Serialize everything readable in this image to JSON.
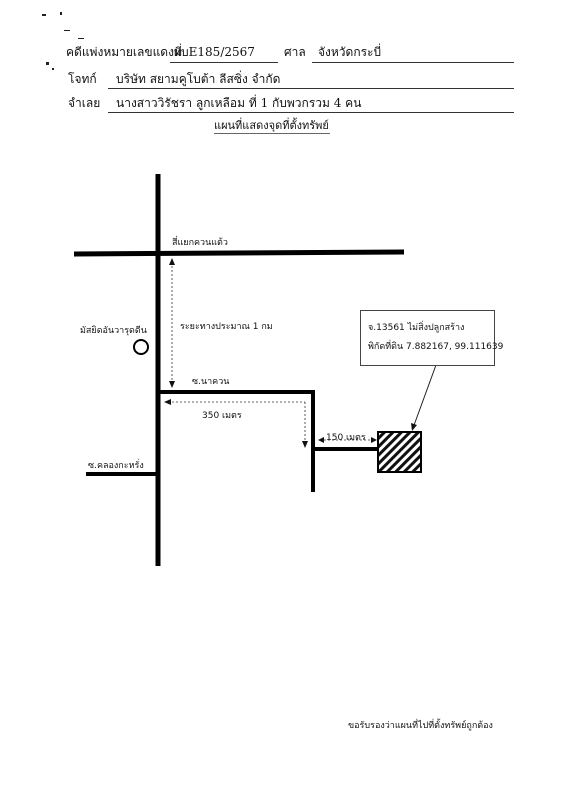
{
  "header": {
    "case_label": "คดีแพ่งหมายเลขแดงที่",
    "case_number": "ผบE185/2567",
    "court_label": "ศาล",
    "court_name": "จังหวัดกระบี่",
    "plaintiff_label": "โจทก์",
    "plaintiff_name": "บริษัท สยามคูโบต้า ลีสซิ่ง จำกัด",
    "defendant_label": "จำเลย",
    "defendant_name": "นางสาววิรัชรา ลูกเหลือม  ที่ 1 กับพวกรวม 4 คน"
  },
  "map": {
    "title": "แผนที่แสดงจุดที่ตั้งทรัพย์",
    "labels": {
      "intersection": "สี่แยกควนแต้ว",
      "distance_vertical": "ระยะทางประมาณ 1 กม",
      "mosque": "มัสยิดอันวารุดดีน",
      "soi_nakhuan": "ซ.นาควน",
      "distance_350": "350 เมตร",
      "distance_150": "150 เมตร",
      "soi_khlong": "ซ.คลองกะหรั่ง"
    },
    "property_note": {
      "line1": "จ.13561 ไม่สิ่งปลูกสร้าง",
      "line2": "พิกัดที่ดิน 7.882167, 99.111639"
    }
  },
  "footer": {
    "certification": "ขอรับรองว่าแผนที่ไปที่ตั้งทรัพย์ถูกต้อง"
  }
}
